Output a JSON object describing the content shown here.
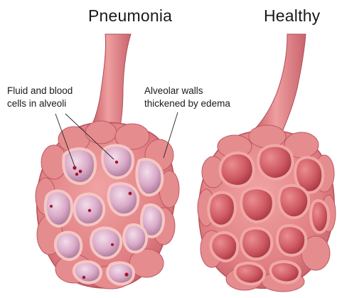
{
  "titles": {
    "pneumonia": "Pneumonia",
    "healthy": "Healthy"
  },
  "labels": {
    "fluid": [
      "Fluid and blood",
      "cells in alveoli"
    ],
    "walls": [
      "Alveolar walls",
      "thickened by edema"
    ]
  },
  "colors": {
    "tissue": "#e07f83",
    "tissue_dark": "#c45a63",
    "wall_light": "#f3b1ae",
    "cavity_pneumonia": "#d8a8c8",
    "cavity_healthy": "#c64e58",
    "blood_cell": "#a3152b"
  }
}
